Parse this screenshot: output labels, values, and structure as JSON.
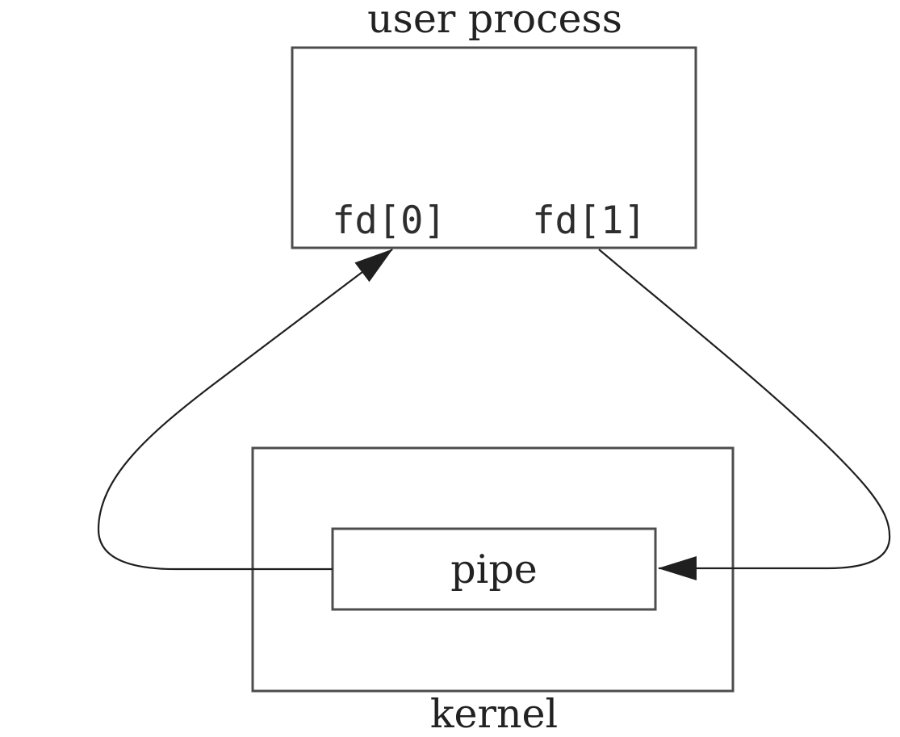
{
  "diagram": {
    "kind": "unix-pipe-half-duplex",
    "nodes": [
      {
        "id": "user-process",
        "label": "user process",
        "type": "box"
      },
      {
        "id": "fd0",
        "label": "fd[0]",
        "type": "port"
      },
      {
        "id": "fd1",
        "label": "fd[1]",
        "type": "port"
      },
      {
        "id": "kernel",
        "label": "kernel",
        "type": "box"
      },
      {
        "id": "pipe",
        "label": "pipe",
        "type": "box"
      }
    ],
    "edges": [
      {
        "from": "fd1",
        "to": "pipe",
        "style": "curved-arrow"
      },
      {
        "from": "pipe",
        "to": "fd0",
        "style": "curved-arrow"
      }
    ]
  },
  "colors": {
    "background": "#ffffff",
    "box_stroke": "#4d4d4d",
    "line_stroke": "#1f1f1f",
    "serif_text": "#222222",
    "mono_text": "#2e2e2e"
  }
}
